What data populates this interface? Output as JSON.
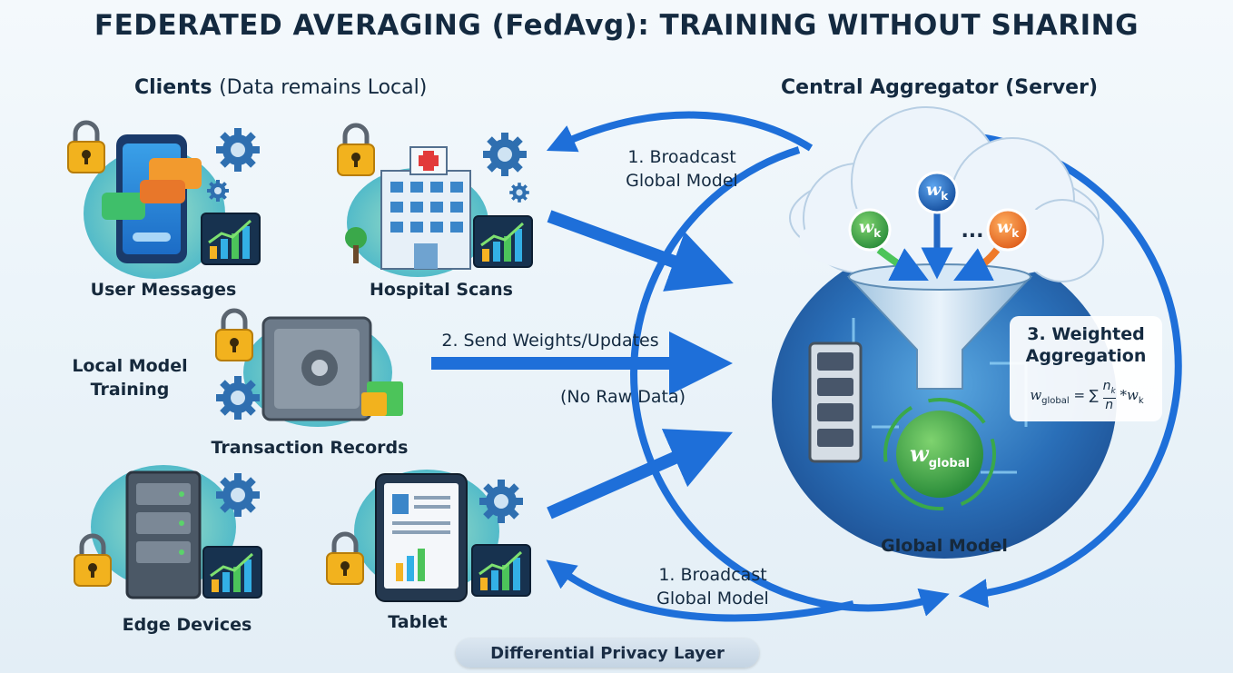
{
  "title": "FEDERATED AVERAGING (FedAvg): TRAINING WITHOUT SHARING",
  "headings": {
    "clients_bold": "Clients",
    "clients_rest": "(Data remains Local)",
    "server": "Central Aggregator (Server)"
  },
  "clients": [
    {
      "label": "User Messages"
    },
    {
      "label": "Hospital Scans"
    },
    {
      "label": "Transaction Records"
    },
    {
      "label": "Edge Devices"
    },
    {
      "label": "Tablet"
    }
  ],
  "local_training": "Local Model Training",
  "flows": {
    "broadcast_top": "1. Broadcast Global Model",
    "send_weights": "2. Send Weights/Updates",
    "no_raw_data": "(No Raw Data)",
    "broadcast_bottom": "1. Broadcast Global Model"
  },
  "server": {
    "weight_label": "w",
    "weight_sub": "k",
    "ellipsis": "...",
    "global_weight": "w",
    "global_sub": "global",
    "global_model_label": "Global Model",
    "aggregation_title": "3. Weighted Aggregation",
    "formula_lhs_sub": "global",
    "formula_sigma": "= ∑",
    "formula_num": "n",
    "formula_num_sub": "k",
    "formula_den": "n",
    "formula_rhs": "*w",
    "formula_rhs_sub": "k"
  },
  "footer": "Differential Privacy Layer",
  "colors": {
    "arrow_blue": "#1e6fd9",
    "lock_gold": "#f2b21e",
    "gear_blue": "#2f6fb0",
    "weight_green": "#3aa84a",
    "weight_blue": "#1f6bc4",
    "weight_orange": "#ef7a2a",
    "server_disc": "#1e5fa8"
  }
}
